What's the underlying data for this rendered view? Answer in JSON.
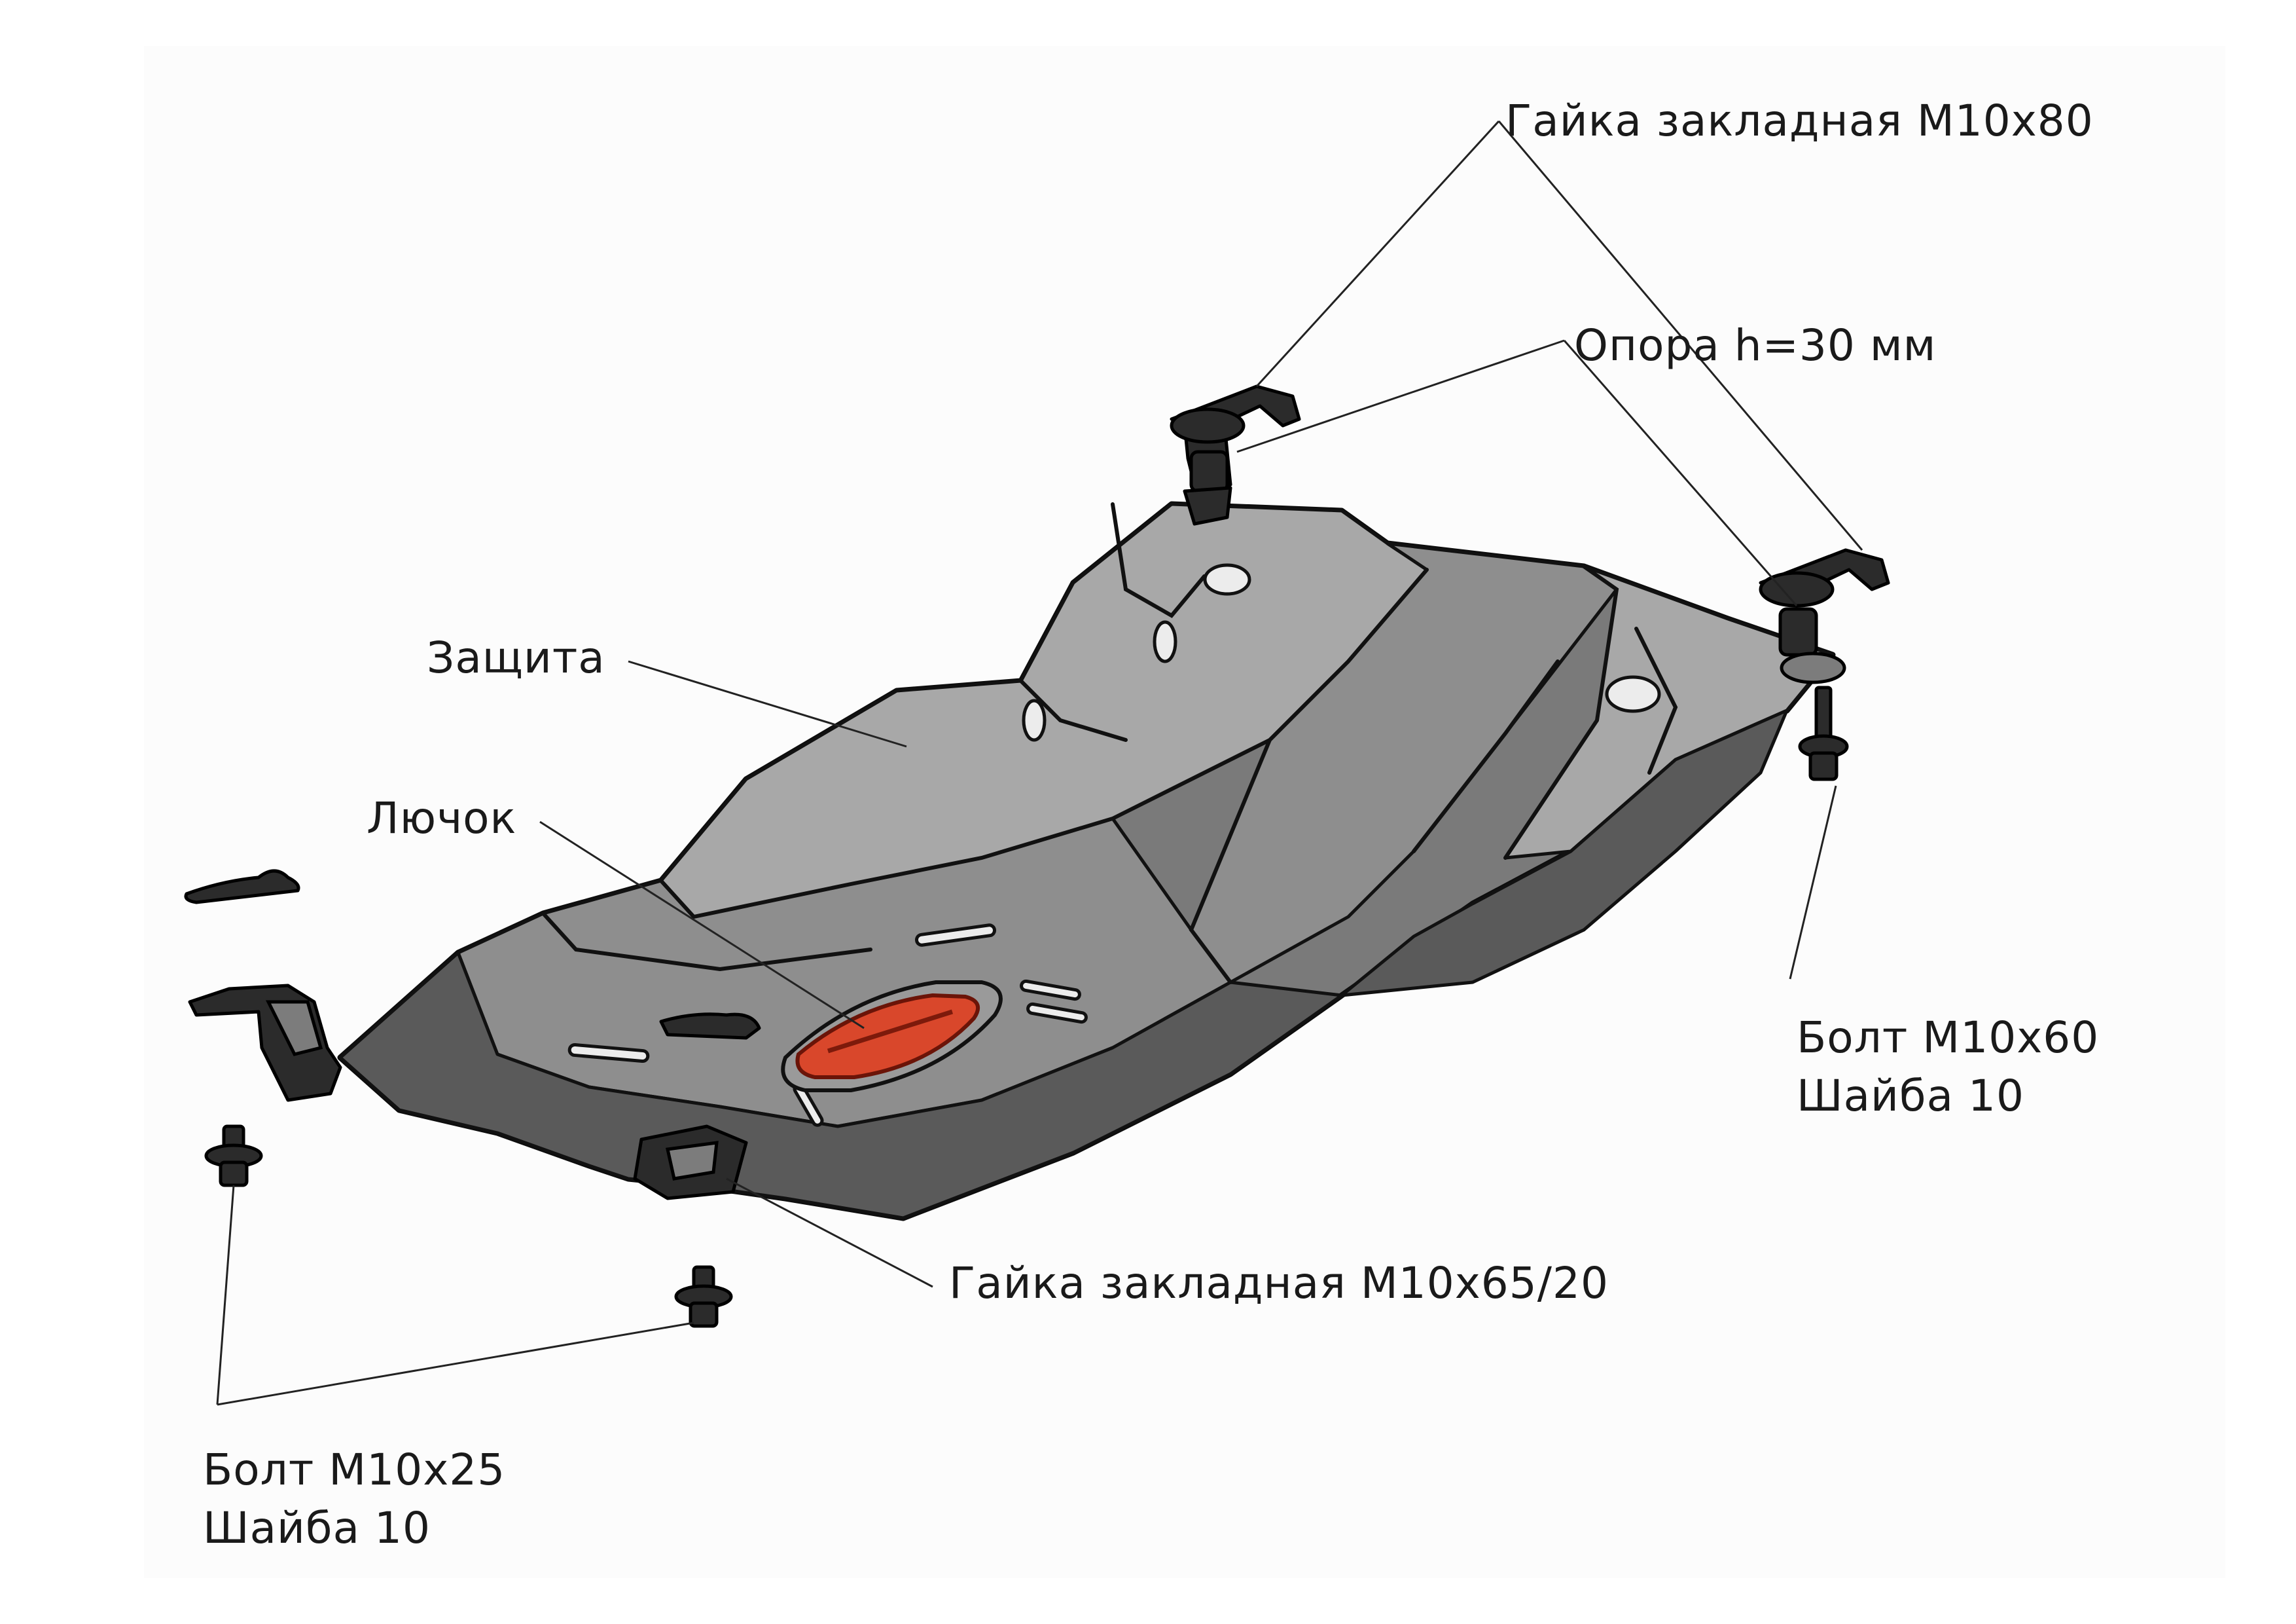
{
  "labels": {
    "nut_top": "Гайка закладная М10х80",
    "support": "Опора h=30 мм",
    "guard": "Защита",
    "hatch": "Лючок",
    "bolt_right_line1": "Болт М10х60",
    "bolt_right_line2": "Шайба 10",
    "nut_bottom": "Гайка закладная М10х65/20",
    "bolt_left_line1": "Болт М10х25",
    "bolt_left_line2": "Шайба 10"
  },
  "colors": {
    "background": "#ffffff",
    "guard_body": "#7a7a7a",
    "hatch_fill": "#d9472b",
    "outline": "#0d0d0d"
  }
}
